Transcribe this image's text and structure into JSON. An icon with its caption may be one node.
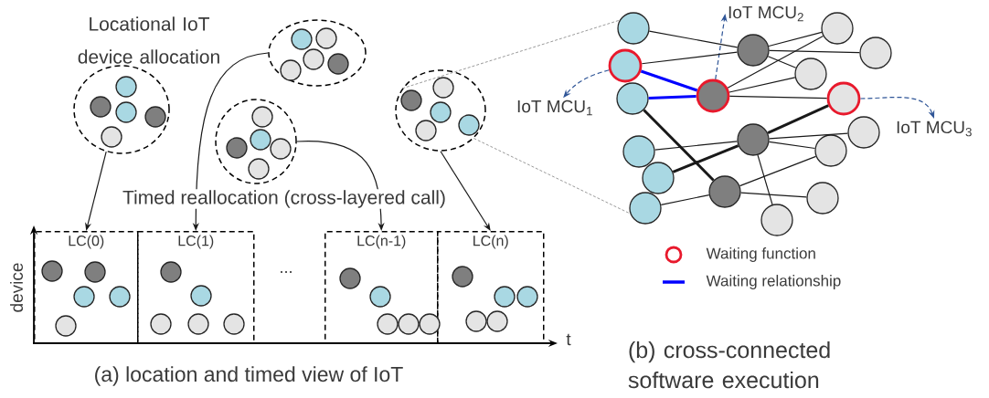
{
  "diagram": {
    "nodes": [
      {
        "text": [],
        "shape": "ellipse"
      },
      {
        "text": [],
        "shape": "ellipse"
      },
      {
        "text": [],
        "shape": "ellipse"
      },
      {
        "text": [],
        "shape": "ellipse"
      },
      {
        "text": [
          "LC(0)"
        ]
      },
      {
        "text": [
          "LC(1)"
        ]
      },
      {
        "text": [
          "LC(n-1)"
        ]
      },
      {
        "text": [
          "LC(n)"
        ]
      },
      {
        "text": [
          "IoT MCU$_{1}$"
        ]
      },
      {
        "text": [
          "IoT MCU$_{2}$"
        ]
      },
      {
        "text": [
          "IoT MCU$_{3}$"
        ]
      },
      {
        "text": [],
        "shape": "circle"
      },
      {
        "text": [],
        "shape": "circle"
      },
      {
        "text": [],
        "shape": "circle"
      },
      {
        "text": [],
        "shape": "circle"
      },
      {
        "text": [],
        "shape": "circle"
      },
      {
        "text": [],
        "shape": "circle"
      },
      {
        "text": [],
        "shape": "circle"
      },
      {
        "text": [],
        "shape": "circle"
      },
      {
        "text": [],
        "shape": "circle"
      },
      {
        "text": [],
        "shape": "circle"
      },
      {
        "text": [],
        "shape": "circle"
      },
      {
        "text": [],
        "shape": "circle"
      },
      {
        "text": [],
        "shape": "circle"
      },
      {
        "text": [],
        "shape": "circle"
      },
      {
        "text": [],
        "shape": "circle"
      },
      {
        "text": [],
        "shape": "circle"
      },
      {
        "text": [],
        "shape": "circle"
      },
      {
        "text": [],
        "shape": "circle"
      }
    ],
    "edges": [
      {
        "from": 0,
        "to": 4,
        "arrow": "to"
      },
      {
        "from": 1,
        "to": 5,
        "arrow": "to"
      },
      {
        "from": 2,
        "to": 6,
        "arrow": "to"
      },
      {
        "from": 3,
        "to": 7,
        "arrow": "to"
      },
      {
        "from": 3,
        "to": 11,
        "arrow": "none",
        "style": "dashed",
        "color": "#808080"
      },
      {
        "from": 3,
        "to": 16,
        "arrow": "none",
        "style": "dashed",
        "color": "#808080"
      },
      {
        "from": 12,
        "to": 8,
        "arrow": "to",
        "style": "dashed",
        "color": "#2f5597"
      },
      {
        "from": 18,
        "to": 9,
        "arrow": "to",
        "style": "dashed",
        "color": "#2f5597"
      },
      {
        "from": 24,
        "to": 10,
        "arrow": "to",
        "style": "dashed",
        "color": "#2f5597"
      },
      {
        "from": 11,
        "to": 17,
        "arrow": "none"
      },
      {
        "from": 12,
        "to": 17,
        "arrow": "none"
      },
      {
        "from": 12,
        "to": 18,
        "arrow": "none",
        "style": "thick",
        "color": "#0000ff"
      },
      {
        "from": 13,
        "to": 18,
        "arrow": "none",
        "style": "thick",
        "color": "#0000ff"
      },
      {
        "from": 13,
        "to": 20,
        "arrow": "none",
        "style": "thick"
      },
      {
        "from": 17,
        "to": 21,
        "arrow": "none"
      },
      {
        "from": 17,
        "to": 22,
        "arrow": "none"
      },
      {
        "from": 17,
        "to": 23,
        "arrow": "none"
      },
      {
        "from": 18,
        "to": 21,
        "arrow": "none"
      },
      {
        "from": 18,
        "to": 23,
        "arrow": "none"
      },
      {
        "from": 18,
        "to": 24,
        "arrow": "none"
      },
      {
        "from": 19,
        "to": 24,
        "arrow": "none",
        "style": "thick"
      },
      {
        "from": 15,
        "to": 19,
        "arrow": "none",
        "style": "thick"
      },
      {
        "from": 14,
        "to": 19,
        "arrow": "none"
      },
      {
        "from": 19,
        "to": 25,
        "arrow": "none"
      },
      {
        "from": 19,
        "to": 26,
        "arrow": "none"
      },
      {
        "from": 19,
        "to": 28,
        "arrow": "none"
      },
      {
        "from": 20,
        "to": 26,
        "arrow": "none"
      },
      {
        "from": 20,
        "to": 27,
        "arrow": "none"
      },
      {
        "from": 16,
        "to": 20,
        "arrow": "none"
      }
    ],
    "labels": [
      "Locational IoT device allocation",
      "Timed reallocation (cross-layered call)",
      "device",
      "...",
      "t",
      "(a) location and timed view of IoT",
      "(b) cross-connected software execution"
    ],
    "legend": [
      {
        "text": "Waiting function"
      },
      {
        "text": "Waiting relationship"
      }
    ]
  }
}
